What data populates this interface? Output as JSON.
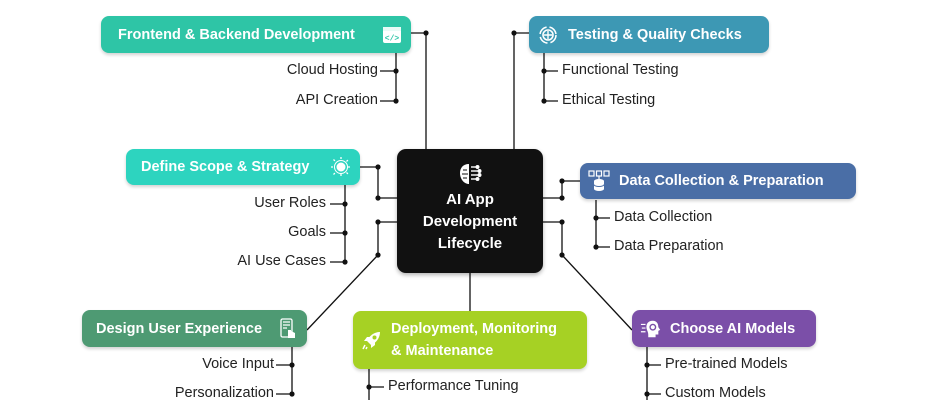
{
  "center": {
    "icon": "ai-brain-icon",
    "title_lines": [
      "AI App",
      "Development",
      "Lifecycle"
    ]
  },
  "colors": {
    "frontend": "#2ec5a6",
    "testing": "#3d98b4",
    "scope": "#2dd4bf",
    "data": "#4a6ea6",
    "design": "#4e9a73",
    "deploy": "#a6d124",
    "models": "#7b4fa8",
    "center": "#111111",
    "line": "#111111"
  },
  "stages": {
    "frontend": {
      "label": "Frontend & Backend Development",
      "icon": "code-window-icon",
      "items": [
        "Cloud Hosting",
        "API Creation"
      ]
    },
    "testing": {
      "label": "Testing & Quality Checks",
      "icon": "quality-gear-icon",
      "items": [
        "Functional Testing",
        "Ethical Testing"
      ]
    },
    "scope": {
      "label": "Define Scope & Strategy",
      "icon": "strategy-sun-icon",
      "items": [
        "User Roles",
        "Goals",
        "AI Use Cases"
      ]
    },
    "data": {
      "label": "Data Collection & Preparation",
      "icon": "database-icon",
      "items": [
        "Data Collection",
        "Data Preparation"
      ]
    },
    "design": {
      "label": "Design User Experience",
      "icon": "mobile-touch-icon",
      "items": [
        "Voice Input",
        "Personalization"
      ]
    },
    "deploy": {
      "label_lines": [
        "Deployment, Monitoring",
        "& Maintenance"
      ],
      "icon": "rocket-icon",
      "items": [
        "Performance Tuning"
      ]
    },
    "models": {
      "label": "Choose AI Models",
      "icon": "ai-head-icon",
      "items": [
        "Pre-trained Models",
        "Custom Models"
      ]
    }
  }
}
